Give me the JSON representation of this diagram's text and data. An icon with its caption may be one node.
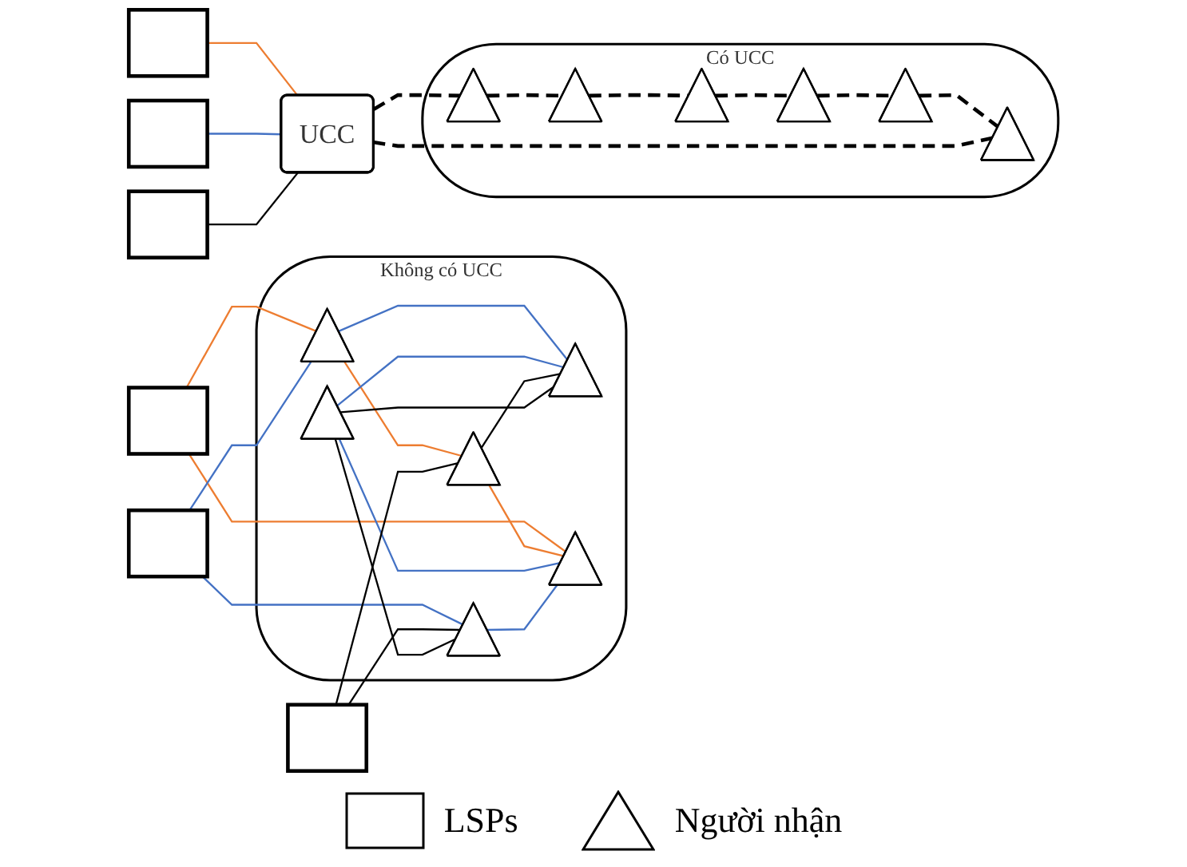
{
  "diagram": {
    "nodes": [
      {
        "text": [],
        "shape": "box"
      },
      {
        "text": [],
        "shape": "box"
      },
      {
        "text": [],
        "shape": "box"
      },
      {
        "text": [
          "Không có UCC"
        ]
      },
      {
        "text": [],
        "shape": "triangle",
        "in": 3
      },
      {
        "text": [],
        "shape": "triangle",
        "in": 3
      },
      {
        "text": [],
        "shape": "triangle",
        "in": 3
      },
      {
        "text": [],
        "shape": "triangle",
        "in": 3
      },
      {
        "text": [],
        "shape": "triangle",
        "in": 3
      },
      {
        "text": [],
        "shape": "triangle",
        "in": 3
      },
      {
        "text": [],
        "shape": "box"
      },
      {
        "text": [],
        "shape": "box"
      },
      {
        "text": [],
        "shape": "box"
      },
      {
        "text": [
          "UCC"
        ]
      },
      {
        "text": [
          "Có UCC"
        ]
      },
      {
        "text": [],
        "shape": "triangle",
        "in": 14
      },
      {
        "text": [],
        "shape": "triangle",
        "in": 14
      },
      {
        "text": [],
        "shape": "triangle",
        "in": 14
      },
      {
        "text": [],
        "shape": "triangle",
        "in": 14
      },
      {
        "text": [],
        "shape": "triangle",
        "in": 14
      },
      {
        "text": [],
        "shape": "triangle",
        "in": 14
      }
    ],
    "edges": [
      {
        "from": 0,
        "to": 4,
        "arrow": "none",
        "color": "#ed7d31"
      },
      {
        "from": 0,
        "to": 9,
        "arrow": "none",
        "color": "#ed7d31"
      },
      {
        "from": 4,
        "to": 5,
        "arrow": "none",
        "color": "#ed7d31"
      },
      {
        "from": 5,
        "to": 9,
        "arrow": "none",
        "color": "#ed7d31"
      },
      {
        "from": 1,
        "to": 4,
        "arrow": "none",
        "color": "#4472c4"
      },
      {
        "from": 1,
        "to": 8,
        "arrow": "none",
        "color": "#4472c4"
      },
      {
        "from": 4,
        "to": 7,
        "arrow": "none",
        "color": "#4472c4"
      },
      {
        "from": 6,
        "to": 7,
        "arrow": "none",
        "color": "#4472c4"
      },
      {
        "from": 6,
        "to": 9,
        "arrow": "none",
        "color": "#4472c4"
      },
      {
        "from": 8,
        "to": 9,
        "arrow": "none",
        "color": "#4472c4"
      },
      {
        "from": 2,
        "to": 5,
        "arrow": "none"
      },
      {
        "from": 2,
        "to": 8,
        "arrow": "none"
      },
      {
        "from": 5,
        "to": 7,
        "arrow": "none"
      },
      {
        "from": 6,
        "to": 7,
        "arrow": "none"
      },
      {
        "from": 6,
        "to": 8,
        "arrow": "none"
      },
      {
        "from": 10,
        "to": 13,
        "arrow": "none",
        "color": "#ed7d31"
      },
      {
        "from": 11,
        "to": 13,
        "arrow": "none",
        "color": "#4472c4"
      },
      {
        "from": 12,
        "to": 13,
        "arrow": "none"
      },
      {
        "from": 13,
        "to": 15,
        "arrow": "none",
        "style": "dashed"
      },
      {
        "from": 15,
        "to": 16,
        "arrow": "none",
        "style": "dashed"
      },
      {
        "from": 16,
        "to": 17,
        "arrow": "none",
        "style": "dashed"
      },
      {
        "from": 17,
        "to": 18,
        "arrow": "none",
        "style": "dashed"
      },
      {
        "from": 18,
        "to": 19,
        "arrow": "none",
        "style": "dashed"
      },
      {
        "from": 19,
        "to": 20,
        "arrow": "none",
        "style": "dashed"
      },
      {
        "from": 20,
        "to": 13,
        "arrow": "none",
        "style": "dashed"
      }
    ],
    "legend": [
      {
        "text": "LSPs"
      },
      {
        "text": "Người nhận"
      }
    ]
  }
}
